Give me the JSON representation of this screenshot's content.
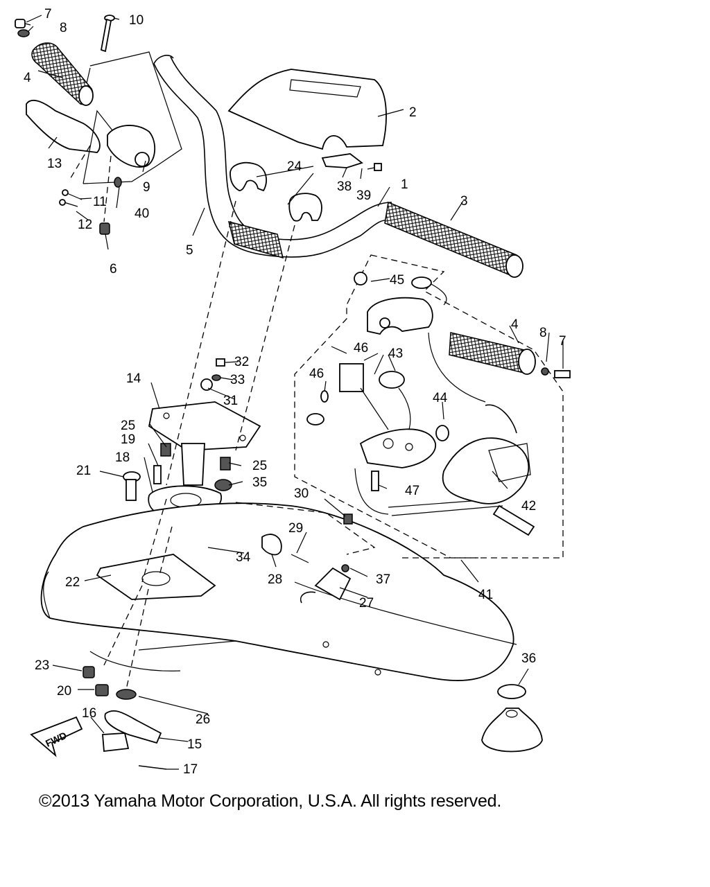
{
  "diagram": {
    "callouts": [
      {
        "n": "1"
      },
      {
        "n": "2"
      },
      {
        "n": "3"
      },
      {
        "n": "4"
      },
      {
        "n": "4"
      },
      {
        "n": "5"
      },
      {
        "n": "6"
      },
      {
        "n": "7"
      },
      {
        "n": "7"
      },
      {
        "n": "8"
      },
      {
        "n": "8"
      },
      {
        "n": "9"
      },
      {
        "n": "10"
      },
      {
        "n": "11"
      },
      {
        "n": "12"
      },
      {
        "n": "13"
      },
      {
        "n": "14"
      },
      {
        "n": "15"
      },
      {
        "n": "16"
      },
      {
        "n": "17"
      },
      {
        "n": "18"
      },
      {
        "n": "19"
      },
      {
        "n": "20"
      },
      {
        "n": "21"
      },
      {
        "n": "22"
      },
      {
        "n": "23"
      },
      {
        "n": "24"
      },
      {
        "n": "25"
      },
      {
        "n": "25"
      },
      {
        "n": "26"
      },
      {
        "n": "27"
      },
      {
        "n": "28"
      },
      {
        "n": "29"
      },
      {
        "n": "30"
      },
      {
        "n": "31"
      },
      {
        "n": "32"
      },
      {
        "n": "33"
      },
      {
        "n": "34"
      },
      {
        "n": "35"
      },
      {
        "n": "36"
      },
      {
        "n": "37"
      },
      {
        "n": "38"
      },
      {
        "n": "39"
      },
      {
        "n": "40"
      },
      {
        "n": "41"
      },
      {
        "n": "42"
      },
      {
        "n": "43"
      },
      {
        "n": "44"
      },
      {
        "n": "45"
      },
      {
        "n": "46"
      },
      {
        "n": "46"
      },
      {
        "n": "47"
      }
    ],
    "fwd_arrow_text": "FWD"
  },
  "footer": {
    "copyright": "©2013 Yamaha Motor Corporation, U.S.A. All rights reserved."
  }
}
